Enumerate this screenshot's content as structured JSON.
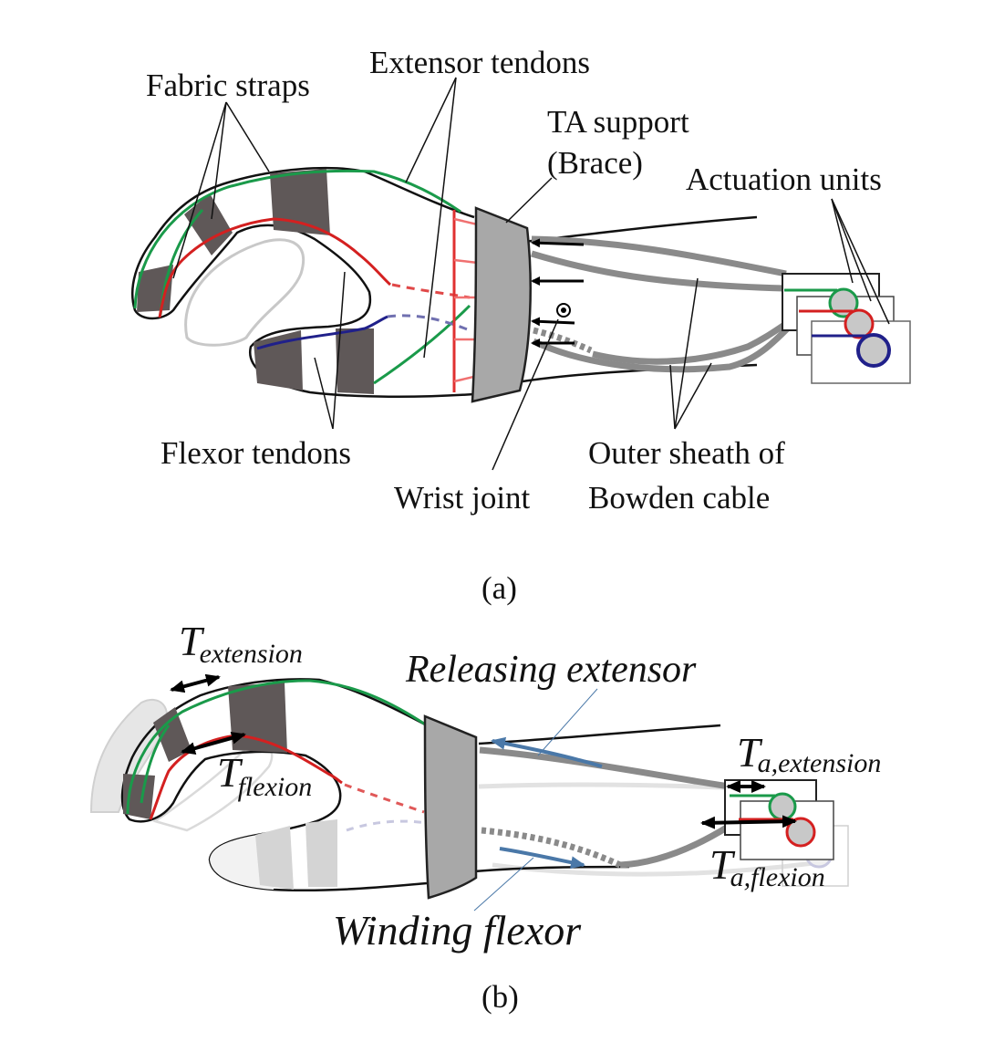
{
  "panel_a": {
    "caption": "(a)",
    "labels": {
      "fabric_straps": "Fabric straps",
      "extensor_tendons": "Extensor tendons",
      "ta_support_line1": "TA support",
      "ta_support_line2": "(Brace)",
      "actuation_units": "Actuation units",
      "flexor_tendons": "Flexor tendons",
      "wrist_joint": "Wrist joint",
      "outer_sheath_line1": "Outer sheath of",
      "outer_sheath_line2": "Bowden cable"
    }
  },
  "panel_b": {
    "caption": "(b)",
    "labels": {
      "t_extension_main": "T",
      "t_extension_sub": "extension",
      "t_flexion_main": "T",
      "t_flexion_sub": "flexion",
      "releasing_extensor": "Releasing extensor",
      "ta_extension_main": "T",
      "ta_extension_sub": "a,extension",
      "winding_flexor": "Winding flexor",
      "ta_flexion_main": "T",
      "ta_flexion_sub": "a,flexion"
    }
  },
  "colors": {
    "extensor": "#1a9a4a",
    "flexor_red": "#d42020",
    "flexor_blue": "#20208a",
    "strap": "#5f5858",
    "brace": "#a8a8a8",
    "cable": "#8a8a8a",
    "force_arrow": "#f07070",
    "motion_arrow": "#4a78a8"
  }
}
